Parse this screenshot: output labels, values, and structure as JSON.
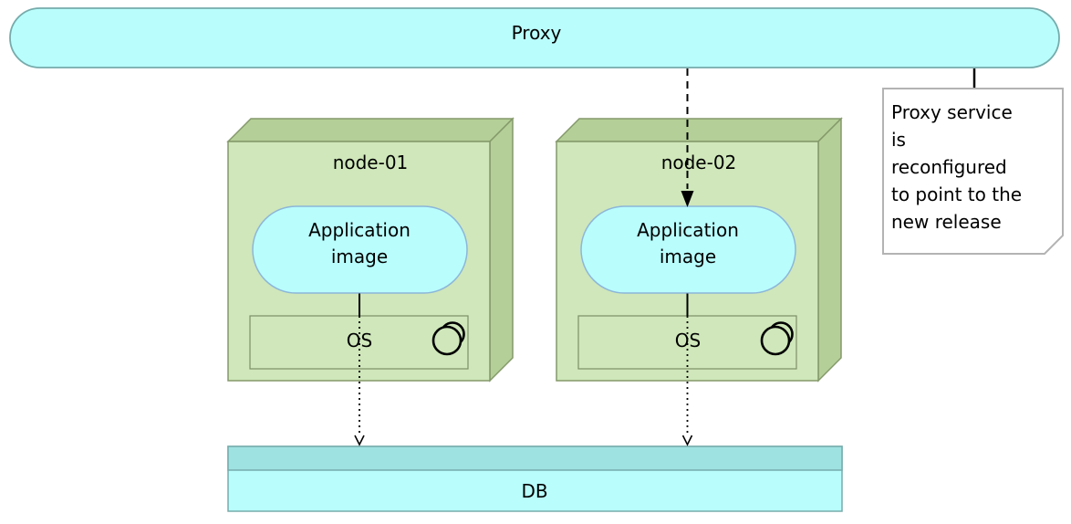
{
  "colors": {
    "cyan_fill": "#b9fdfd",
    "cyan_border": "#76abab",
    "app_border": "#8cb6d9",
    "db_band": "#9fe2e2",
    "node_front": "#cfe7ba",
    "node_dark": "#b4cf97",
    "node_border": "#84996a",
    "os_border": "#7d8f68",
    "note_fill": "#ffffff",
    "note_border": "#b3b3b3",
    "line_color": "#000000"
  },
  "proxy": {
    "label": "Proxy"
  },
  "nodes": [
    {
      "name": "node-01",
      "app_line1": "Application",
      "app_line2": "image",
      "os_label": "OS"
    },
    {
      "name": "node-02",
      "app_line1": "Application",
      "app_line2": "image",
      "os_label": "OS"
    }
  ],
  "db": {
    "label": "DB"
  },
  "note": {
    "lines": [
      "Proxy service",
      "is",
      "reconfigured",
      "to point to the",
      "new release"
    ]
  }
}
